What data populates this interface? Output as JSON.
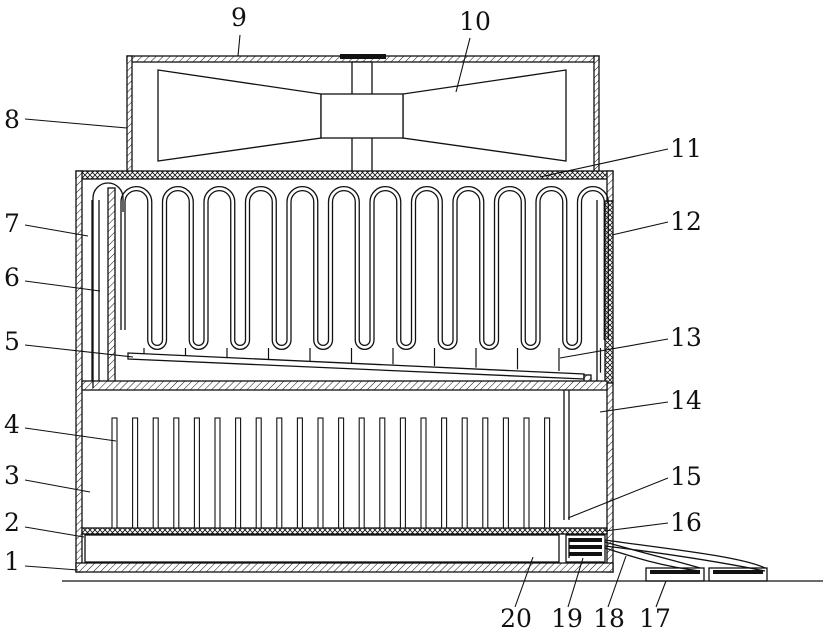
{
  "figure": {
    "background": "#ffffff",
    "line_color": "#111111",
    "labels": [
      {
        "id": "l1",
        "text": "1"
      },
      {
        "id": "l2",
        "text": "2"
      },
      {
        "id": "l3",
        "text": "3"
      },
      {
        "id": "l4",
        "text": "4"
      },
      {
        "id": "l5",
        "text": "5"
      },
      {
        "id": "l6",
        "text": "6"
      },
      {
        "id": "l7",
        "text": "7"
      },
      {
        "id": "l8",
        "text": "8"
      },
      {
        "id": "l9",
        "text": "9"
      },
      {
        "id": "l10",
        "text": "10"
      },
      {
        "id": "l11",
        "text": "11"
      },
      {
        "id": "l12",
        "text": "12"
      },
      {
        "id": "l13",
        "text": "13"
      },
      {
        "id": "l14",
        "text": "14"
      },
      {
        "id": "l15",
        "text": "15"
      },
      {
        "id": "l16",
        "text": "16"
      },
      {
        "id": "l17",
        "text": "17"
      },
      {
        "id": "l18",
        "text": "18"
      },
      {
        "id": "l19",
        "text": "19"
      },
      {
        "id": "l20",
        "text": "20"
      }
    ]
  }
}
